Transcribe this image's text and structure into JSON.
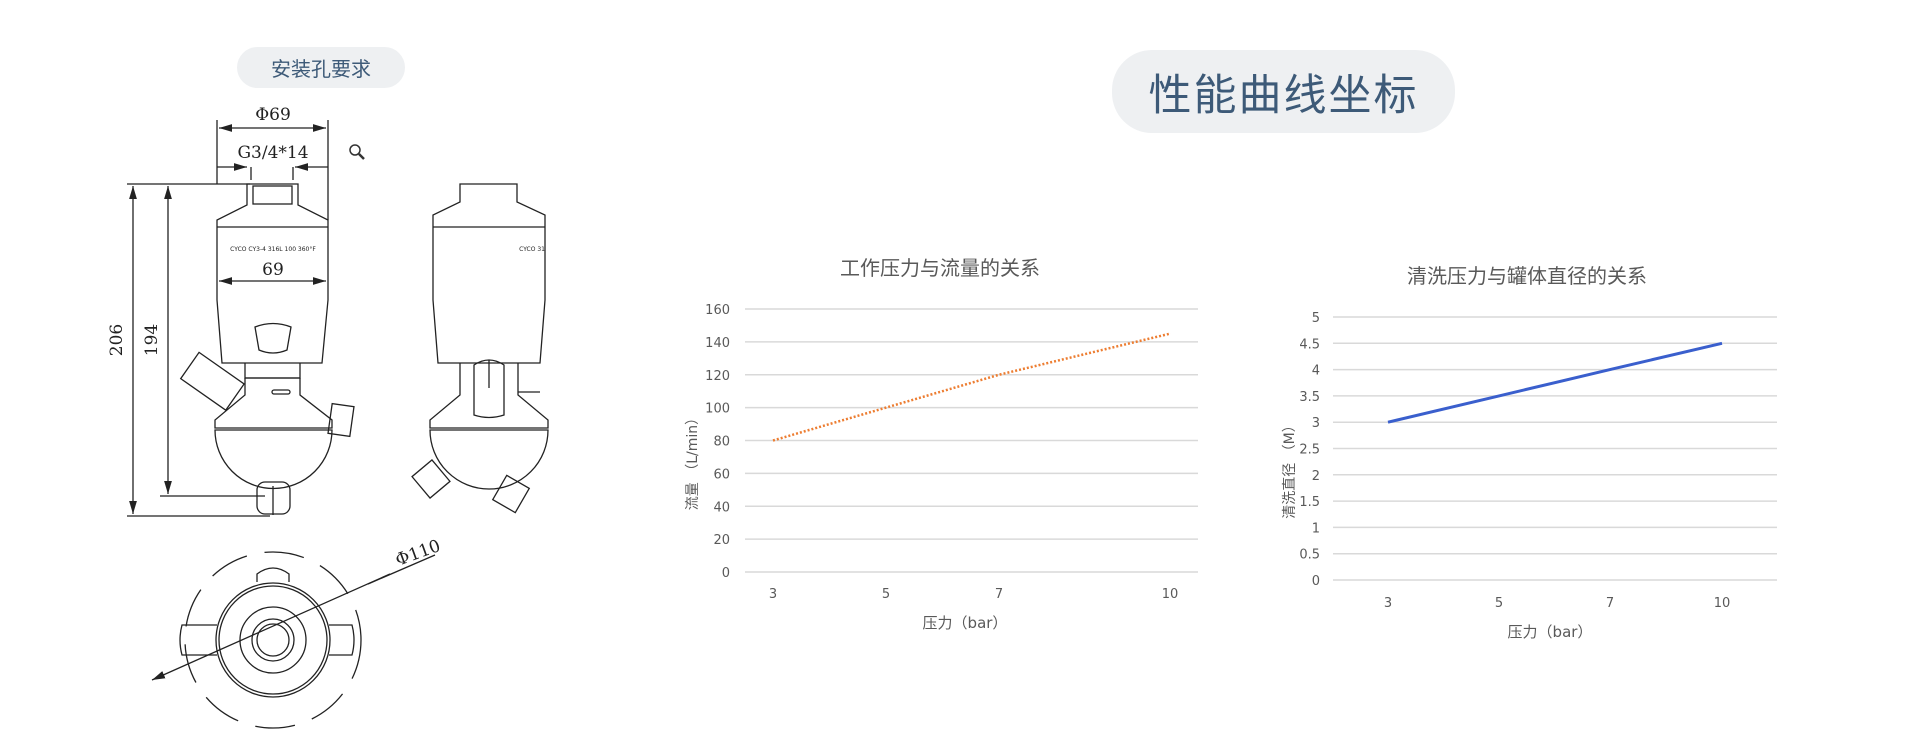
{
  "install_section": {
    "title": "安装孔要求",
    "dimensions": {
      "top_diameter": "Φ69",
      "thread": "G3/4*14",
      "body_width": "69",
      "total_height": "206",
      "inner_height": "194",
      "spray_diameter": "Φ110"
    },
    "zoom_icon": "magnifier-icon"
  },
  "performance_section": {
    "title": "性能曲线坐标"
  },
  "chart_data": [
    {
      "type": "line",
      "title": "工作压力与流量的关系",
      "xlabel": "压力（bar）",
      "ylabel": "流量 （L/min）",
      "categories": [
        "3",
        "5",
        "7",
        "10"
      ],
      "values": [
        80,
        100,
        120,
        145
      ],
      "ylim": [
        0,
        160
      ],
      "yticks": [
        "0",
        "20",
        "40",
        "60",
        "80",
        "100",
        "120",
        "140",
        "160"
      ],
      "grid": true,
      "line_style": "dotted",
      "color": "#ed7d31"
    },
    {
      "type": "line",
      "title": "清洗压力与罐体直径的关系",
      "xlabel": "压力（bar）",
      "ylabel": "清洗直径 （M）",
      "categories": [
        "3",
        "5",
        "7",
        "10"
      ],
      "values": [
        3,
        3.5,
        4,
        4.5
      ],
      "ylim": [
        0,
        5
      ],
      "yticks": [
        "0",
        "0.5",
        "1",
        "1.5",
        "2",
        "2.5",
        "3",
        "3.5",
        "4",
        "4.5",
        "5"
      ],
      "grid": true,
      "line_style": "solid",
      "color": "#3a5fcd"
    }
  ]
}
